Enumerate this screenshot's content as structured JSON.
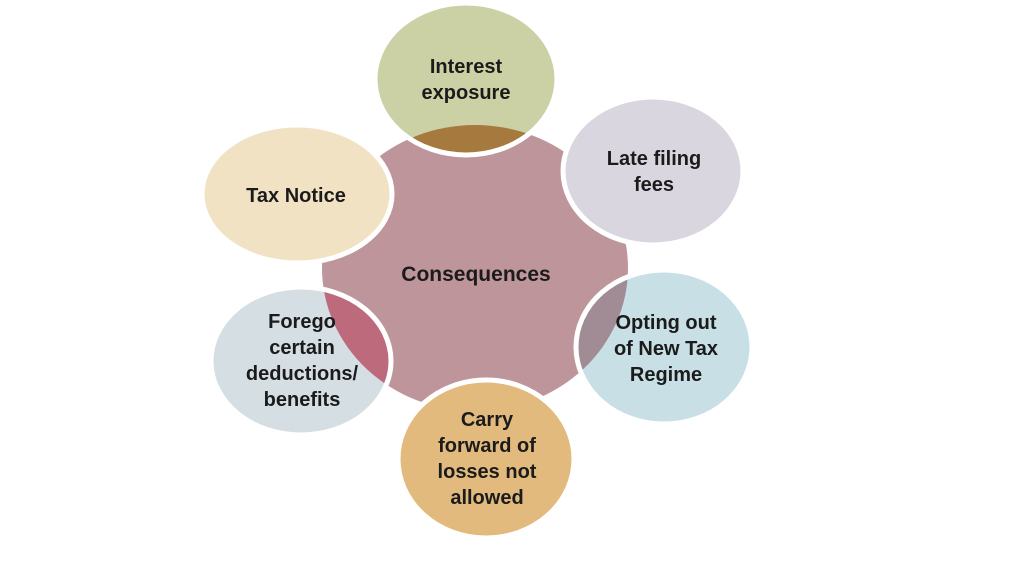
{
  "diagram": {
    "title": "Consequences",
    "center": {
      "label": "Consequences",
      "fill": "#bf959c"
    },
    "nodes": [
      {
        "id": "interest-exposure",
        "label": "Interest\nexposure",
        "fill": "#ccd1a5",
        "overlap_fill": "#a6793f"
      },
      {
        "id": "late-filing-fees",
        "label": "Late filing\nfees",
        "fill": "#dad6df"
      },
      {
        "id": "opting-out-of-new-tax-regime",
        "label": "Opting out\nof New Tax\nRegime",
        "fill": "#c8e0e5",
        "overlap_fill": "#a18b95"
      },
      {
        "id": "carry-forward-of-losses-not-allowed",
        "label": "Carry\nforward of\nlosses not\nallowed",
        "fill": "#e2ba7e"
      },
      {
        "id": "forego-certain-deductions-benefits",
        "label": "Forego\ncertain\ndeductions/\nbenefits",
        "fill": "#d4dee3",
        "overlap_fill": "#bd6a7c"
      },
      {
        "id": "tax-notice",
        "label": "Tax Notice",
        "fill": "#f1e2c3"
      }
    ],
    "colors": {
      "outline": "#ffffff",
      "text": "#1b1b1b",
      "background": "#ffffff"
    }
  }
}
